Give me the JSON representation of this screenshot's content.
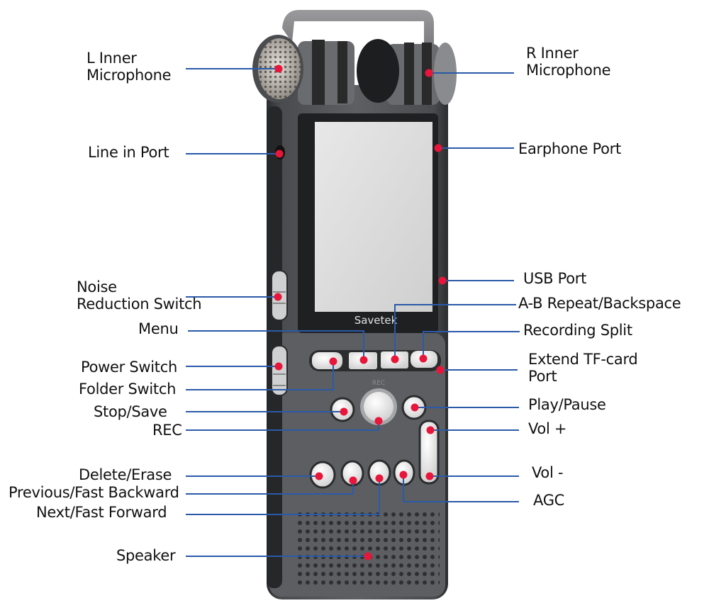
{
  "device": {
    "brand": "Savetek",
    "button_marks": {
      "rec": "REC"
    }
  },
  "colors": {
    "leader_line": "#2a5aa8",
    "marker_dot": "#e8163a",
    "body_dark": "#3b3c3e",
    "body_mid": "#5a5b5e",
    "screen": "#dcdcdc",
    "button_white": "#f2f2f2",
    "text": "#111111"
  },
  "labels": {
    "left": [
      {
        "id": "l-inner-mic",
        "text": "L Inner\nMicrophone"
      },
      {
        "id": "line-in-port",
        "text": "Line in Port"
      },
      {
        "id": "noise-reduction-switch",
        "text": "Noise\nReduction Switch"
      },
      {
        "id": "menu",
        "text": "Menu"
      },
      {
        "id": "power-switch",
        "text": "Power Switch"
      },
      {
        "id": "folder-switch",
        "text": "Folder Switch"
      },
      {
        "id": "stop-save",
        "text": "Stop/Save"
      },
      {
        "id": "rec",
        "text": "REC"
      },
      {
        "id": "delete-erase",
        "text": "Delete/Erase"
      },
      {
        "id": "previous-fast-backward",
        "text": "Previous/Fast Backward"
      },
      {
        "id": "next-fast-forward",
        "text": "Next/Fast Forward"
      },
      {
        "id": "speaker",
        "text": "Speaker"
      }
    ],
    "right": [
      {
        "id": "r-inner-mic",
        "text": "R Inner\nMicrophone"
      },
      {
        "id": "earphone-port",
        "text": "Earphone Port"
      },
      {
        "id": "usb-port",
        "text": "USB Port"
      },
      {
        "id": "ab-repeat",
        "text": "A-B Repeat/Backspace"
      },
      {
        "id": "recording-split",
        "text": "Recording Split"
      },
      {
        "id": "tf-card-port",
        "text": "Extend TF-card\nPort"
      },
      {
        "id": "play-pause",
        "text": "Play/Pause"
      },
      {
        "id": "vol-plus",
        "text": "Vol +"
      },
      {
        "id": "vol-minus",
        "text": "Vol -"
      },
      {
        "id": "agc",
        "text": "AGC"
      }
    ]
  }
}
